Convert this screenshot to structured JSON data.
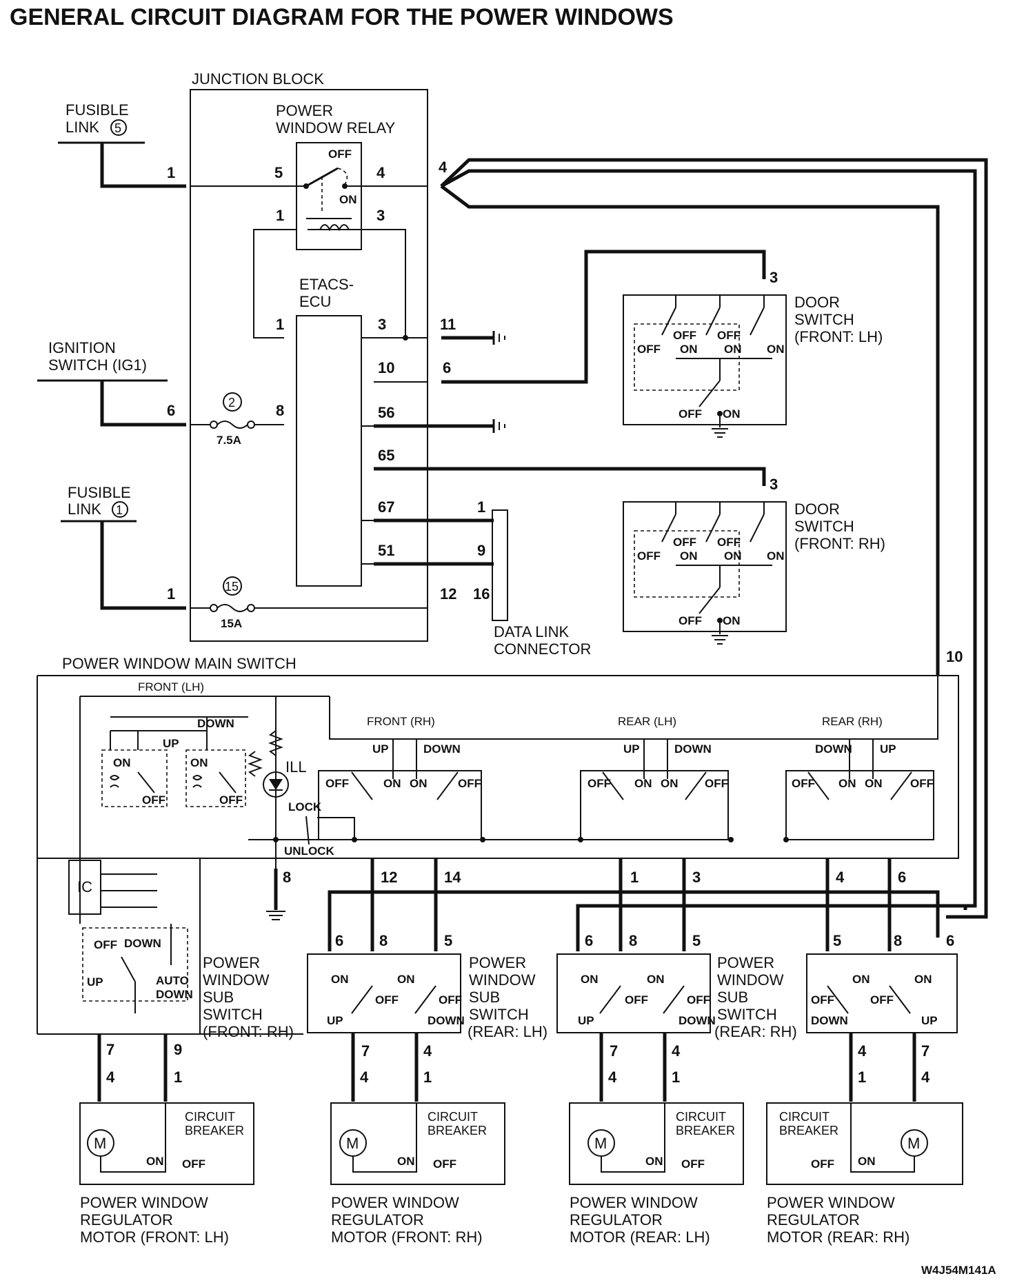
{
  "title": "GENERAL CIRCUIT DIAGRAM FOR THE POWER WINDOWS",
  "figure_code": "W4J54M141A",
  "junction_block": {
    "label": "JUNCTION BLOCK",
    "relay_label_1": "POWER",
    "relay_label_2": "WINDOW RELAY",
    "ecu_label_1": "ETACS-",
    "ecu_label_2": "ECU",
    "fuse_2_rating": "7.5A",
    "fuse_15_rating": "15A"
  },
  "sources": {
    "fusible_link_5_line1": "FUSIBLE",
    "fusible_link_5_line2": "LINK",
    "fusible_link_5_num": "5",
    "ignition_line1": "IGNITION",
    "ignition_line2": "SWITCH (IG1)",
    "fusible_link_1_line1": "FUSIBLE",
    "fusible_link_1_line2": "LINK",
    "fusible_link_1_num": "1"
  },
  "door_switch_front_lh": [
    "DOOR",
    "SWITCH",
    "(FRONT: LH)"
  ],
  "door_switch_front_rh": [
    "DOOR",
    "SWITCH",
    "(FRONT: RH)"
  ],
  "data_link_connector": [
    "DATA LINK",
    "CONNECTOR"
  ],
  "main_switch": {
    "label": "POWER WINDOW MAIN SWITCH",
    "front_lh": "FRONT (LH)",
    "front_rh": "FRONT (RH)",
    "rear_lh": "REAR (LH)",
    "rear_rh": "REAR (RH)",
    "ic": "IC",
    "ill": "ILL",
    "lock": "LOCK",
    "unlock": "UNLOCK",
    "auto_line1": "AUTO",
    "auto_line2": "DOWN"
  },
  "sub_switch_front_rh": [
    "POWER",
    "WINDOW",
    "SUB",
    "SWITCH",
    "(FRONT: RH)"
  ],
  "sub_switch_rear_lh": [
    "POWER",
    "WINDOW",
    "SUB",
    "SWITCH",
    "(REAR: LH)"
  ],
  "sub_switch_rear_rh": [
    "POWER",
    "WINDOW",
    "SUB",
    "SWITCH",
    "(REAR: RH)"
  ],
  "motor_front_lh": [
    "POWER WINDOW",
    "REGULATOR",
    "MOTOR (FRONT: LH)"
  ],
  "motor_front_rh": [
    "POWER WINDOW",
    "REGULATOR",
    "MOTOR (FRONT: RH)"
  ],
  "motor_rear_lh": [
    "POWER WINDOW",
    "REGULATOR",
    "MOTOR (REAR: LH)"
  ],
  "motor_rear_rh": [
    "POWER WINDOW",
    "REGULATOR",
    "MOTOR (REAR: RH)"
  ],
  "circuit_breaker": [
    "CIRCUIT",
    "BREAKER"
  ],
  "switch_states": {
    "on": "ON",
    "off": "OFF",
    "up": "UP",
    "down": "DOWN",
    "motor_symbol": "M"
  },
  "pins": {
    "jb_fl5": "1",
    "relay_5": "5",
    "relay_4": "4",
    "jb_out_4": "4",
    "relay_coil_1": "1",
    "relay_coil_3": "3",
    "ecu_1": "1",
    "ecu_3": "3",
    "jb_11": "11",
    "ecu_10": "10",
    "jb_6": "6",
    "ecu_56": "56",
    "ecu_65": "65",
    "ecu_67": "67",
    "ecu_51": "51",
    "ecu_8": "8",
    "jb_ig_6": "6",
    "jb_fl1": "1",
    "jb_12": "12",
    "dlc_1": "1",
    "dlc_9": "9",
    "dlc_16": "16",
    "ds_flh_3": "3",
    "ds_frh_3": "3",
    "fuse_2": "2",
    "fuse_15": "15",
    "ms_10": "10",
    "ms_8": "8",
    "ms_12": "12",
    "ms_14": "14",
    "ms_1": "1",
    "ms_3": "3",
    "ms_4": "4",
    "ms_6": "6",
    "ms_7": "7",
    "ms_9": "9",
    "sfr_6": "6",
    "sfr_8": "8",
    "sfr_5": "5",
    "sfr_7": "7",
    "sfr_4": "4",
    "srl_6": "6",
    "srl_8": "8",
    "srl_5": "5",
    "srl_7": "7",
    "srl_4": "4",
    "srr_5": "5",
    "srr_8": "8",
    "srr_6": "6",
    "srr_4": "4",
    "srr_7": "7",
    "m_flh_4": "4",
    "m_flh_1": "1",
    "m_frh_4": "4",
    "m_frh_1": "1",
    "m_rlh_4": "4",
    "m_rlh_1": "1",
    "m_rrh_1": "1",
    "m_rrh_4": "4"
  }
}
